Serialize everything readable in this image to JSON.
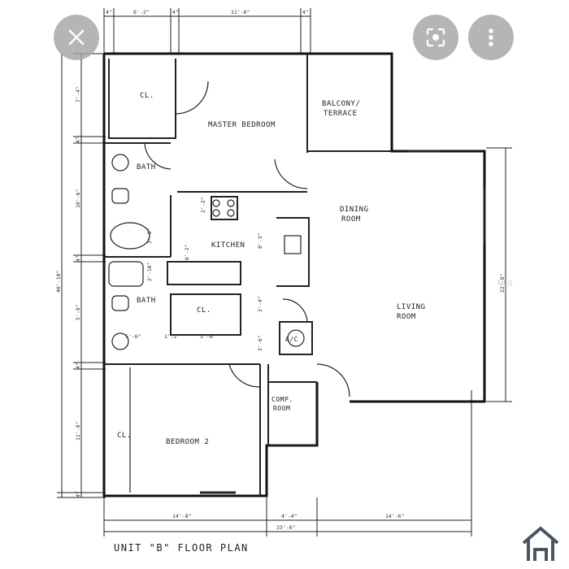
{
  "plan": {
    "title": "UNIT \"B\" FLOOR PLAN",
    "rooms": {
      "closet_master": "CL.",
      "master_bedroom": "MASTER BEDROOM",
      "balcony_line1": "BALCONY/",
      "balcony_line2": "TERRACE",
      "bath1": "BATH",
      "kitchen": "KITCHEN",
      "dining_line1": "DINING",
      "dining_line2": "ROOM",
      "bath2": "BATH",
      "closet_center": "CL.",
      "living_line1": "LIVING",
      "living_line2": "ROOM",
      "ac": "A/C",
      "comp_line1": "COMP.",
      "comp_line2": "ROOM",
      "closet_bed2": "CL.",
      "bedroom2": "BEDROOM 2"
    },
    "dims_top": [
      "4\"",
      "6'-2\"",
      "4\"",
      "11'-6\"",
      "4\""
    ],
    "dims_left": [
      "7'-4\"",
      "4\"",
      "10'-6\"",
      "4\"",
      "5'-8\"",
      "4\"",
      "11'-8\"",
      "4\""
    ],
    "dim_left_total": "40'-10\"",
    "dims_bottom_row1": [
      "14'-8\"",
      "4'-4\"",
      "14'-6\""
    ],
    "dim_bottom_total": "33'-6\"",
    "dim_right": "22'-8\"",
    "dims_interior": [
      "2'-2\"",
      "3'-6\"",
      "8'-3\"",
      "6'-2\"",
      "2'-10\"",
      "3'-4\"",
      "5'-6\"",
      "1'-2\"",
      "3'-8\"",
      "3'-6\""
    ]
  },
  "watermark": "MLS",
  "ui": {
    "close_icon": "close-icon",
    "lens_icon": "visual-search-icon",
    "more_icon": "more-vertical-icon",
    "home_icon": "home-icon"
  }
}
